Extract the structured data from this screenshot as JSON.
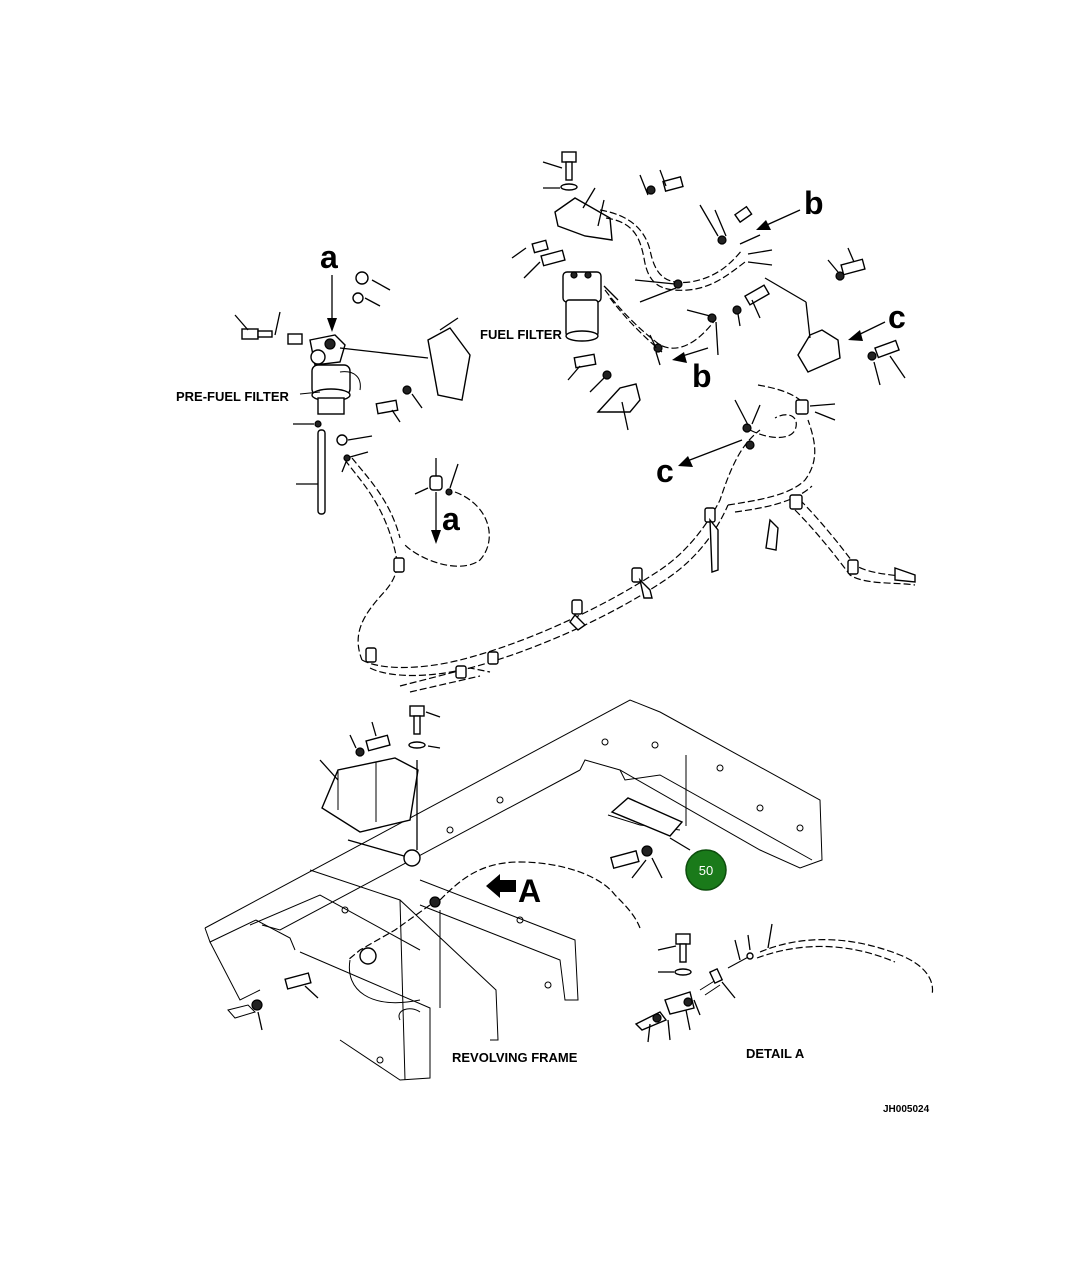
{
  "labels": {
    "fuel_filter": "FUEL FILTER",
    "pre_fuel_filter": "PRE-FUEL FILTER",
    "revolving_frame": "REVOLVING FRAME",
    "detail_a": "DETAIL A",
    "drawing_id": "JH005024"
  },
  "view_letters": {
    "a_top": "a",
    "a_bottom": "a",
    "b_top": "b",
    "b_bottom": "b",
    "c_right": "c",
    "c_left": "c",
    "A_arrow": "A"
  },
  "callout": {
    "number": "50",
    "color": "#1a7a1a",
    "text_color": "#ffffff"
  }
}
